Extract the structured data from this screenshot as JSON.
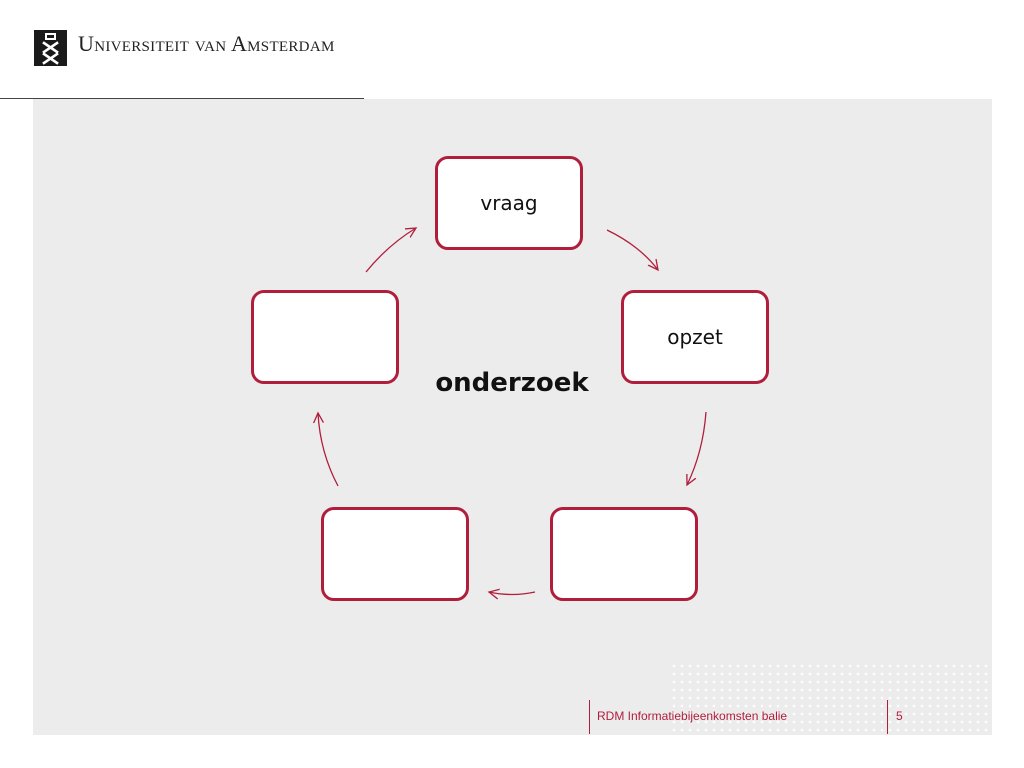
{
  "header": {
    "university_name": "Universiteit van Amsterdam",
    "logo_icon": "uva-crest-icon"
  },
  "diagram": {
    "center_label": "onderzoek",
    "nodes": [
      {
        "id": "vraag",
        "label": "vraag"
      },
      {
        "id": "opzet",
        "label": "opzet"
      },
      {
        "id": "step-3",
        "label": ""
      },
      {
        "id": "step-4",
        "label": ""
      },
      {
        "id": "step-5",
        "label": ""
      }
    ],
    "arrow_color": "#b01e3c",
    "node_border_color": "#b01e3c"
  },
  "footer": {
    "title": "RDM Informatiebijeenkomsten balie",
    "page_number": "5"
  }
}
